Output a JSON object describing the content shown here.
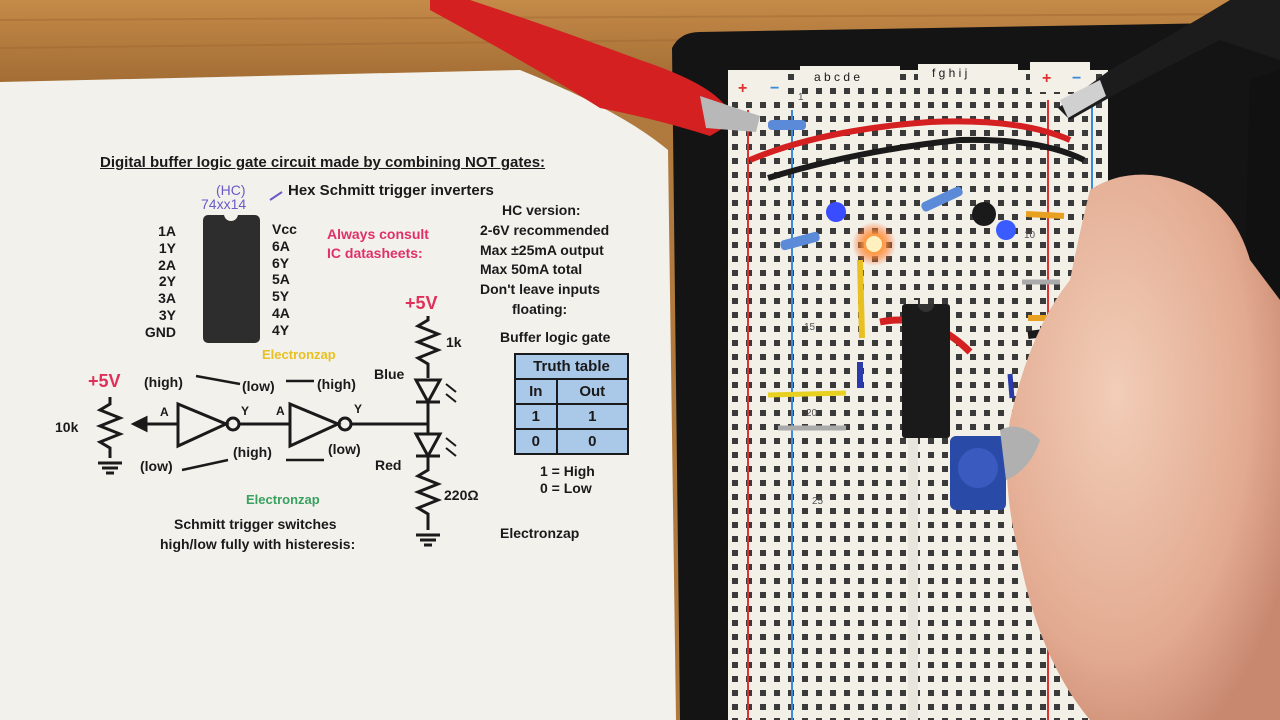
{
  "diagram": {
    "title": "Digital buffer logic gate circuit made by combining NOT gates:",
    "chip_series": "(HC)",
    "chip_part": "74xx14",
    "chip_description": "Hex  Schmitt trigger inverters",
    "pins_left": [
      "1A",
      "1Y",
      "2A",
      "2Y",
      "3A",
      "3Y",
      "GND"
    ],
    "pins_right": [
      "Vcc",
      "6A",
      "6Y",
      "5A",
      "5Y",
      "4A",
      "4Y"
    ],
    "warning_line1": "Always consult",
    "warning_line2": "IC datasheets:",
    "notes": [
      "HC version:",
      "2-6V recommended",
      "Max ±25mA output",
      "Max 50mA total",
      "Don't leave inputs",
      "floating:"
    ],
    "watermark_1": "Electronzap",
    "watermark_2": "Electronzap",
    "watermark_3": "Electronzap",
    "supply_left": "+5V",
    "supply_right": "+5V",
    "resistor_10k": "10k",
    "resistor_1k": "1k",
    "resistor_220": "220Ω",
    "led_blue": "Blue",
    "led_red": "Red",
    "state_high_1": "(high)",
    "state_low_1": "(low)",
    "state_high_2": "(high)",
    "state_low_2": "(low)",
    "state_high_3": "(high)",
    "state_low_3": "(low)",
    "gate_in_1": "A",
    "gate_out_1": "Y",
    "gate_in_2": "A",
    "gate_out_2": "Y",
    "buffer_heading": "Buffer logic gate",
    "truth_table": {
      "title": "Truth table",
      "headers": [
        "In",
        "Out"
      ],
      "rows": [
        [
          "1",
          "1"
        ],
        [
          "0",
          "0"
        ]
      ]
    },
    "legend_high": "1 = High",
    "legend_low": "0 = Low",
    "schmitt_note_line1": "Schmitt trigger switches",
    "schmitt_note_line2": "high/low fully with histeresis:"
  },
  "breadboard": {
    "column_letters_left": "a b c d e",
    "column_letters_right": "f g h i j",
    "row_numbers": [
      "1",
      "10",
      "15",
      "20",
      "25"
    ],
    "rail_plus": "+",
    "rail_minus": "−"
  },
  "colors": {
    "wood": "#b07a3e",
    "paper": "#f2f1ec",
    "board": "#f4f1ea",
    "clip_red": "#d42020",
    "led_blue": "#3a4cff",
    "led_red": "#ff7a30",
    "pot_blue": "#2a4aa8",
    "skin": "#e8b8a0"
  }
}
